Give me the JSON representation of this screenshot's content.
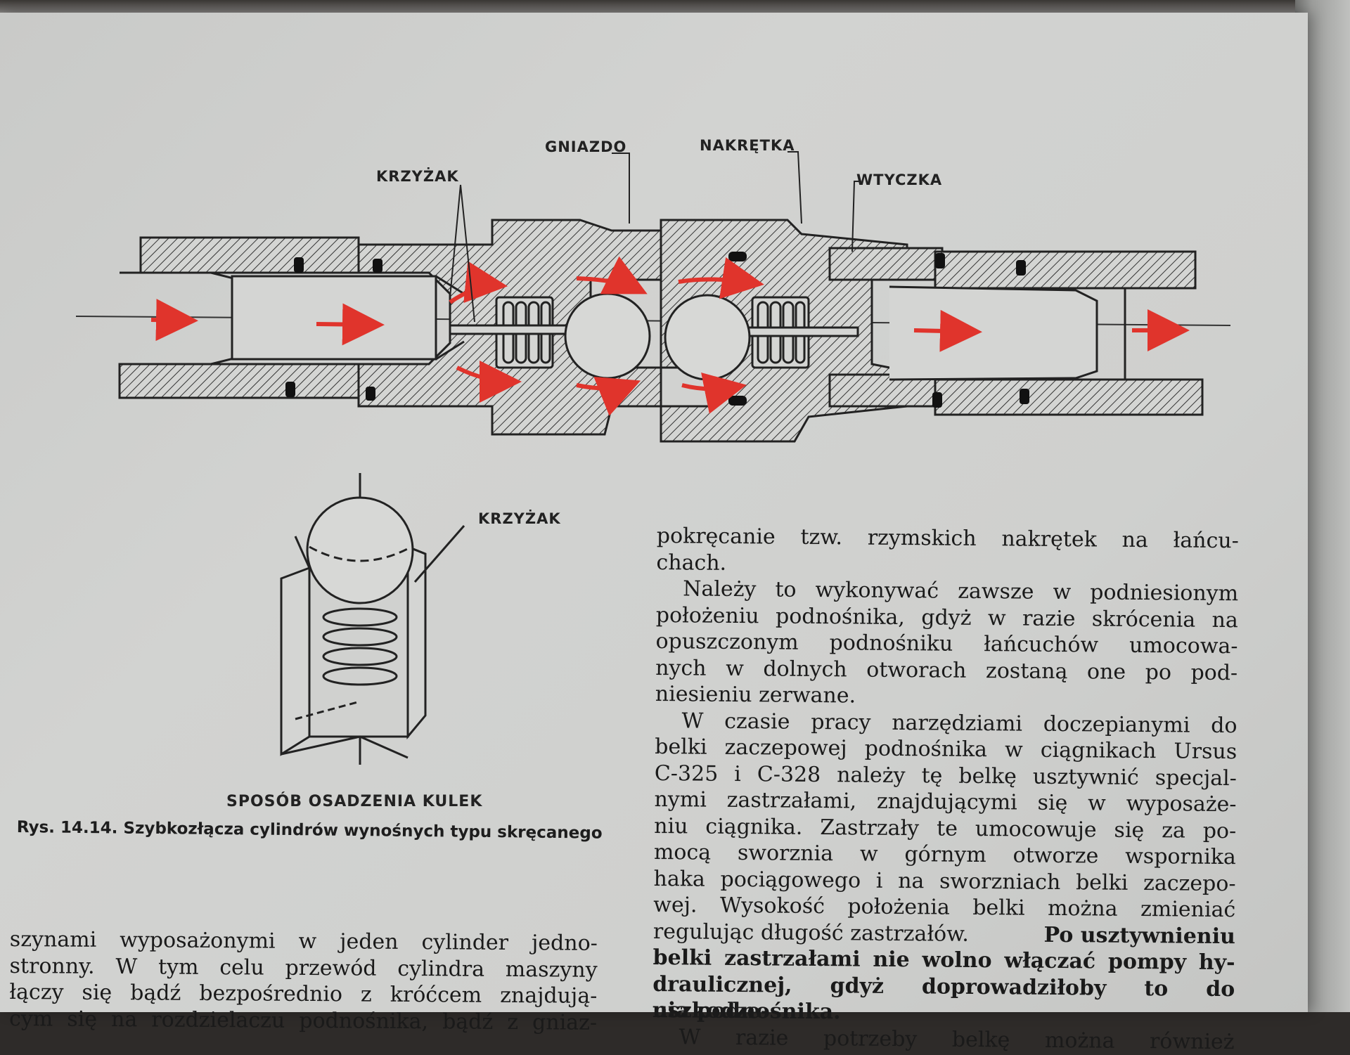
{
  "figure": {
    "labels": {
      "gniazdo": "GNIAZDO",
      "nakretka": "NAKRĘTKA",
      "krzyzak_top": "KRZYŻAK",
      "wtyczka": "WTYCZKA",
      "krzyzak_detail": "KRZYŻAK"
    },
    "subtitle": "SPOSÓB OSADZENIA KULEK",
    "caption": "Rys. 14.14. Szybkozłącza cylindrów wynośnych typu skręcanego"
  },
  "right_column": {
    "lines": [
      "pokręcanie tzw. rzymskich nakrętek na łańcu-",
      "chach.",
      "Należy to wykonywać zawsze w podniesionym",
      "położeniu podnośnika, gdyż w razie skrócenia na",
      "opuszczonym podnośniku łańcuchów umocowa-",
      "nych w dolnych otworach zostaną one po pod-",
      "niesieniu zerwane.",
      "W czasie pracy narzędziami doczepianymi do",
      "belki zaczepowej podnośnika w ciągnikach Ursus",
      "C-325 i C-328 należy tę belkę usztywnić specjal-",
      "nymi zastrzałami, znajdującymi się w wyposaże-",
      "niu ciągnika. Zastrzały te umocowuje się za po-",
      "mocą sworznia w górnym otworze wspornika",
      "haka pociągowego i na sworzniach belki zaczepo-",
      "wej. Wysokość położenia belki można zmieniać",
      "regulując długość zastrzałów.",
      "Po usztywnieniu",
      "belki zastrzałami nie wolno włączać pompy hy-",
      "draulicznej, gdyż doprowadziłoby to do uszkodze-",
      "nia podnośnika.",
      "W razie potrzeby belkę można również"
    ]
  },
  "left_column": {
    "lines": [
      "szynami wyposażonymi w jeden cylinder jedno-",
      "stronny. W tym celu przewód cylindra maszyny",
      "łączy się bądź bezpośrednio z króćcem znajdują-",
      "cym się na rozdzielaczu podnośnika, bądź z gniaz-"
    ]
  },
  "colors": {
    "arrow": "#e0342c",
    "ink": "#1a1a1a",
    "paper": "#cfd0ce"
  }
}
